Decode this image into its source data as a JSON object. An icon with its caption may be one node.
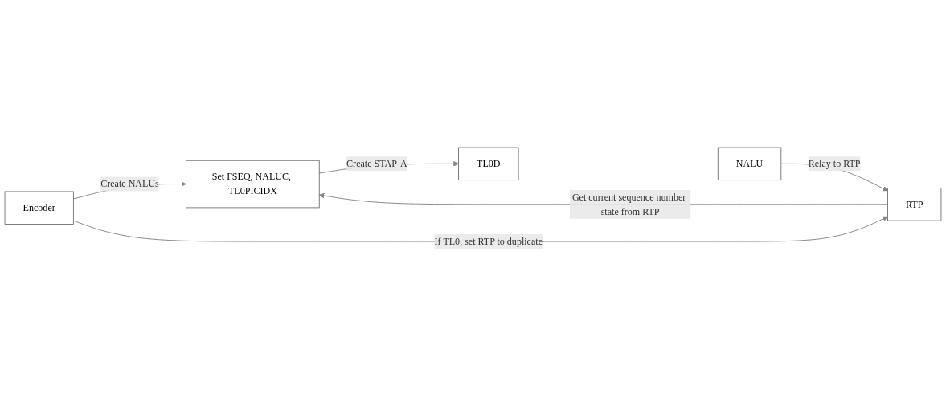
{
  "diagram": {
    "nodes": [
      {
        "text": [
          "Encoder"
        ]
      },
      {
        "text": [
          "Set FSEQ, NALUC, TL0PICIDX"
        ]
      },
      {
        "text": [
          "TL0D"
        ]
      },
      {
        "text": [
          "NALU"
        ]
      },
      {
        "text": [
          "RTP"
        ]
      }
    ],
    "edges": [
      {
        "from": 0,
        "to": 1,
        "arrow": "to",
        "label": "Create NALUs"
      },
      {
        "from": 1,
        "to": 2,
        "arrow": "to",
        "label": "Create STAP-A"
      },
      {
        "from": 3,
        "to": 4,
        "arrow": "to",
        "label": "Relay to RTP"
      },
      {
        "from": 4,
        "to": 1,
        "arrow": "to",
        "label": "Get current sequence number state from RTP"
      },
      {
        "from": 0,
        "to": 4,
        "arrow": "to",
        "label": "If TL0, set RTP to duplicate"
      }
    ]
  }
}
